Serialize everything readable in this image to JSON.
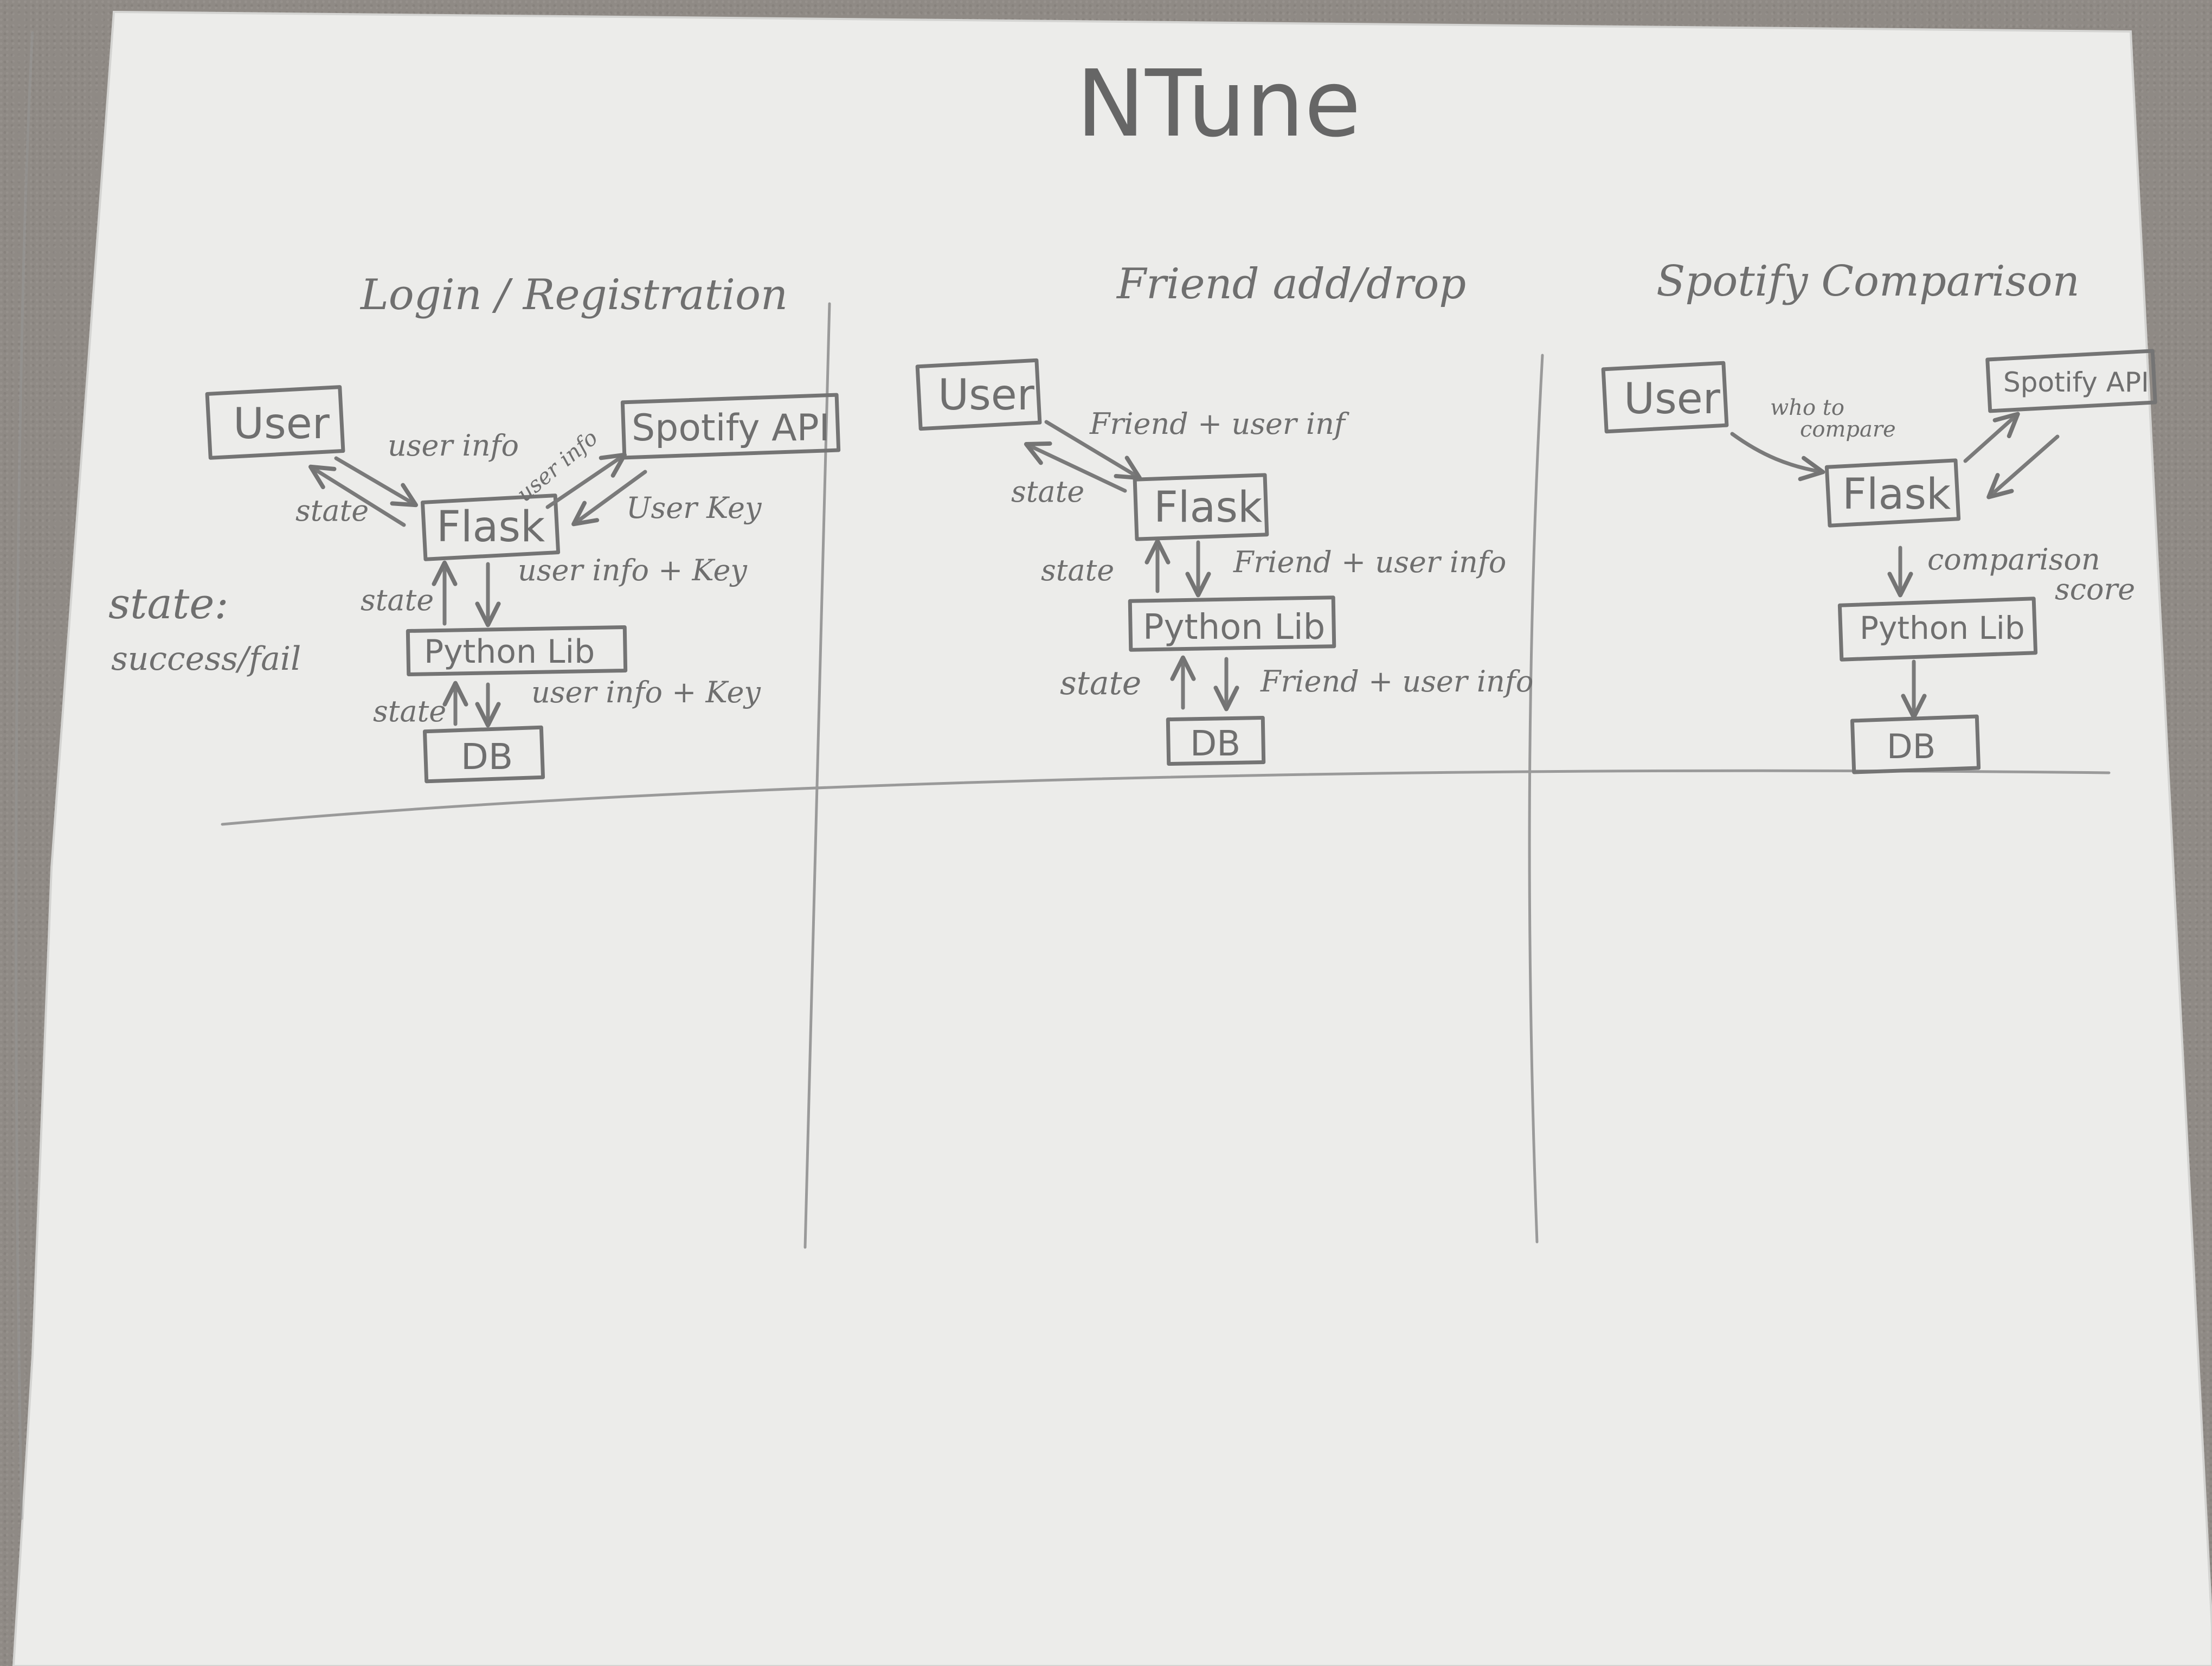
{
  "title": "NTune",
  "sections": {
    "login": {
      "heading": "Login / Registration",
      "user": "User",
      "spotify": "Spotify API",
      "flask": "Flask",
      "lib": "Python Lib",
      "db": "DB",
      "lbl_user_info": "user info",
      "lbl_state_user": "state",
      "lbl_user_info_small": "user info",
      "lbl_user_key": "User Key",
      "lbl_state_lib": "state",
      "lbl_user_info_key": "user info + Key",
      "lbl_state_db": "state",
      "lbl_user_info_key_db": "user info + Key",
      "note_line1": "state:",
      "note_line2": "success/fail"
    },
    "friend": {
      "heading": "Friend add/drop",
      "user": "User",
      "flask": "Flask",
      "lib": "Python Lib",
      "db": "DB",
      "lbl_friend_user": "Friend + user inf",
      "lbl_state_user": "state",
      "lbl_state_lib": "state",
      "lbl_friend_user_lib": "Friend + user info",
      "lbl_state_db": "state",
      "lbl_friend_user_db": "Friend + user info"
    },
    "compare": {
      "heading": "Spotify Comparison",
      "user": "User",
      "spotify": "Spotify API",
      "flask": "Flask",
      "lib": "Python Lib",
      "db": "DB",
      "lbl_who_line1": "who to",
      "lbl_who_line2": "compare",
      "lbl_score_line1": "comparison",
      "lbl_score_line2": "score"
    }
  }
}
